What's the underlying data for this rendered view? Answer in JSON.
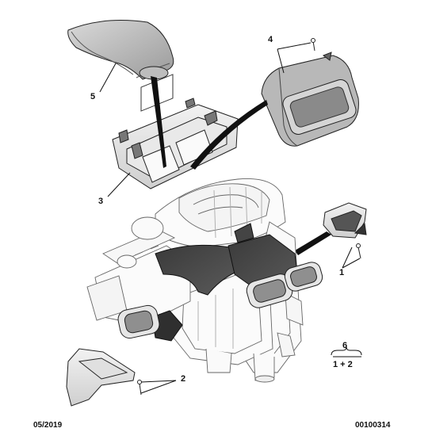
{
  "callouts": {
    "c1": "1",
    "c2": "2",
    "c3": "3",
    "c4": "4",
    "c5": "5"
  },
  "legend": {
    "top": "6",
    "bottom": "1 + 2"
  },
  "footer": {
    "date": "05/2019",
    "ref": "00100314"
  }
}
